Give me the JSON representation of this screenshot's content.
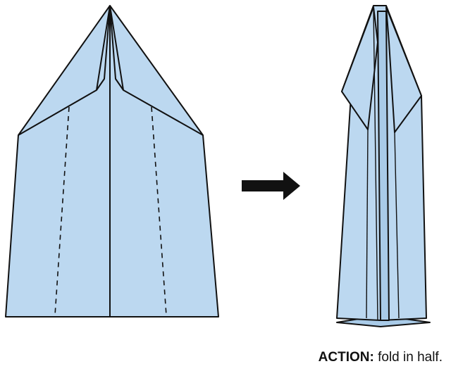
{
  "caption": {
    "label": "ACTION:",
    "text": "fold in half."
  },
  "colors": {
    "paper_fill": "#bcd8f0",
    "paper_fill_dark": "#a9cbe8",
    "outline": "#111111",
    "arrow": "#111111"
  },
  "steps": [
    {
      "state": "unfolded",
      "icon": "paper-plane-open"
    },
    {
      "state": "folded",
      "icon": "paper-plane-folded-in-half"
    }
  ],
  "transition_icon": "right-arrow-icon"
}
